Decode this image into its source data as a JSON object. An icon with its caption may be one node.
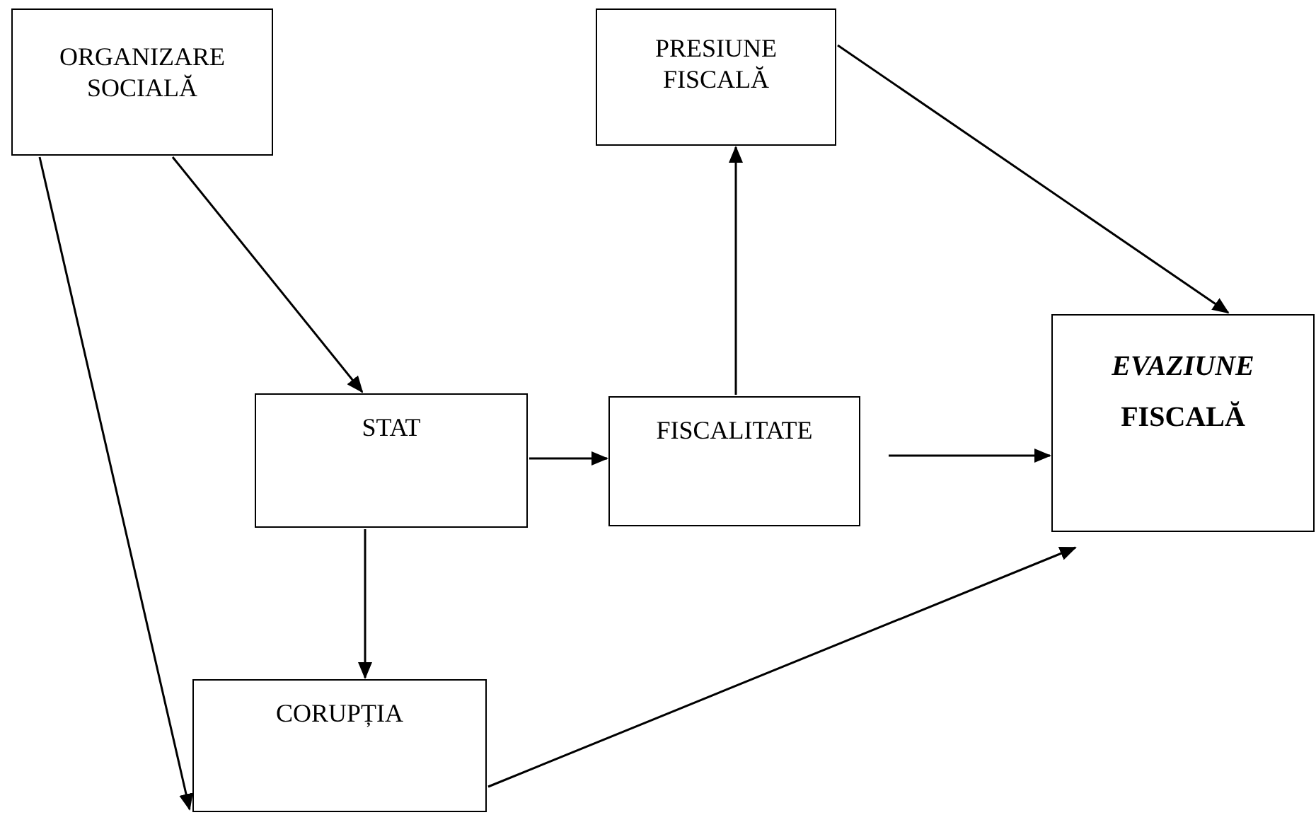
{
  "diagram": {
    "nodes": [
      {
        "text": [
          "ORGANIZARE SOCIALĂ"
        ]
      },
      {
        "text": [
          "PRESIUNE FISCALĂ"
        ]
      },
      {
        "text": [
          "STAT"
        ]
      },
      {
        "text": [
          "FISCALITATE"
        ]
      },
      {
        "text": [
          "EVAZIUNE",
          "FISCALĂ"
        ]
      },
      {
        "text": [
          "CORUPȚIA"
        ]
      }
    ],
    "edges": [
      {
        "from": 0,
        "to": 2,
        "arrow": "to"
      },
      {
        "from": 0,
        "to": 5,
        "arrow": "to"
      },
      {
        "from": 2,
        "to": 5,
        "arrow": "to"
      },
      {
        "from": 2,
        "to": 3,
        "arrow": "to"
      },
      {
        "from": 3,
        "to": 1,
        "arrow": "to"
      },
      {
        "from": 3,
        "to": 4,
        "arrow": "to"
      },
      {
        "from": 1,
        "to": 4,
        "arrow": "to"
      },
      {
        "from": 5,
        "to": 4,
        "arrow": "to"
      }
    ]
  }
}
